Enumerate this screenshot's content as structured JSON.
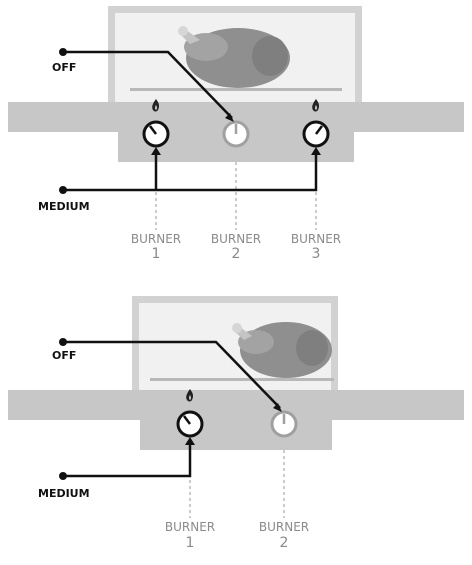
{
  "colors": {
    "grill_body": "#c7c7c7",
    "grill_inner": "#dedede",
    "grill_window": "#f1f1f1",
    "bird": "#8f8f8f",
    "bird_leg": "#b0b0b0",
    "leader_line": "#111111",
    "burner_text": "#8a8a8a",
    "knob_on_ring": "#111111",
    "knob_off_ring": "#9a9a9a"
  },
  "diagrams": [
    {
      "id": "three-burner",
      "labels": {
        "off": "OFF",
        "medium": "MEDIUM"
      },
      "burners": [
        {
          "word": "BURNER",
          "num": "1",
          "state": "medium",
          "flame": true
        },
        {
          "word": "BURNER",
          "num": "2",
          "state": "off",
          "flame": false
        },
        {
          "word": "BURNER",
          "num": "3",
          "state": "medium",
          "flame": true
        }
      ]
    },
    {
      "id": "two-burner",
      "labels": {
        "off": "OFF",
        "medium": "MEDIUM"
      },
      "burners": [
        {
          "word": "BURNER",
          "num": "1",
          "state": "medium",
          "flame": true
        },
        {
          "word": "BURNER",
          "num": "2",
          "state": "off",
          "flame": false
        }
      ]
    }
  ]
}
